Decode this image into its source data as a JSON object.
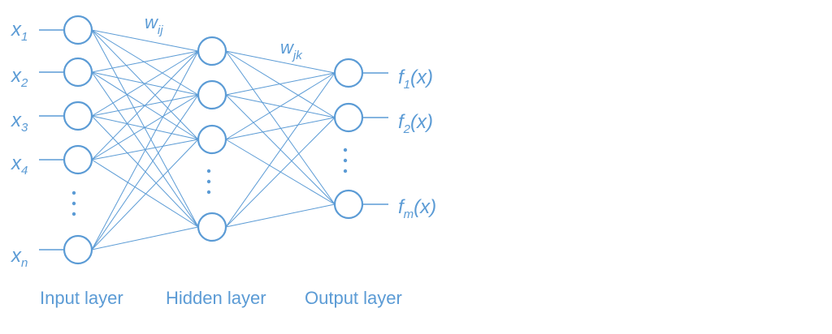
{
  "diagram": {
    "title": "Feedforward neural network",
    "accent_color": "#5b9bd5",
    "inputs": [
      {
        "base": "x",
        "sub": "1"
      },
      {
        "base": "x",
        "sub": "2"
      },
      {
        "base": "x",
        "sub": "3"
      },
      {
        "base": "x",
        "sub": "4"
      },
      {
        "base": "x",
        "sub": "n"
      }
    ],
    "outputs": [
      {
        "base": "f",
        "sub": "1",
        "tail": "(x)"
      },
      {
        "base": "f",
        "sub": "2",
        "tail": "(x)"
      },
      {
        "base": "f",
        "sub": "m",
        "tail": "(x)"
      }
    ],
    "weights": {
      "input_hidden": {
        "base": "w",
        "sub": "ij"
      },
      "hidden_output": {
        "base": "w",
        "sub": "jk"
      }
    },
    "layers": {
      "input": "Input layer",
      "hidden": "Hidden layer",
      "output": "Output layer"
    },
    "visible_nodes": {
      "input": 5,
      "hidden": 4,
      "output": 3
    }
  }
}
